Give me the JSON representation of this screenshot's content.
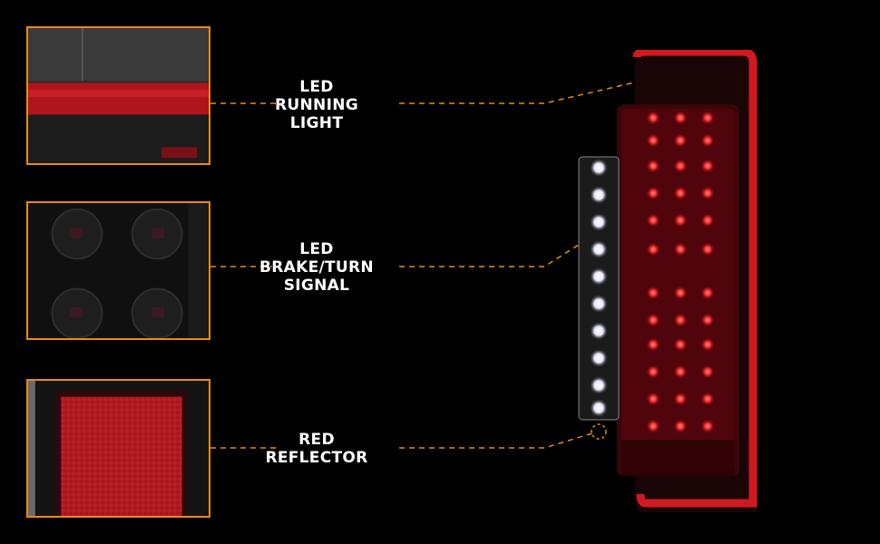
{
  "features": [
    {
      "lines": [
        "LED",
        "RUNNING",
        "LIGHT"
      ]
    },
    {
      "lines": [
        "LED",
        "BRAKE/TURN",
        "SIGNAL"
      ]
    },
    {
      "lines": [
        "RED",
        "REFLECTOR"
      ]
    }
  ],
  "colors": {
    "accent": "#e88a1a",
    "led_red": "#c0121a",
    "led_white": "#ffffff",
    "background": "#000000"
  },
  "icons": [
    "running-light-detail",
    "brake-turn-led-detail",
    "red-reflector-detail",
    "tail-lamp-illustration"
  ]
}
